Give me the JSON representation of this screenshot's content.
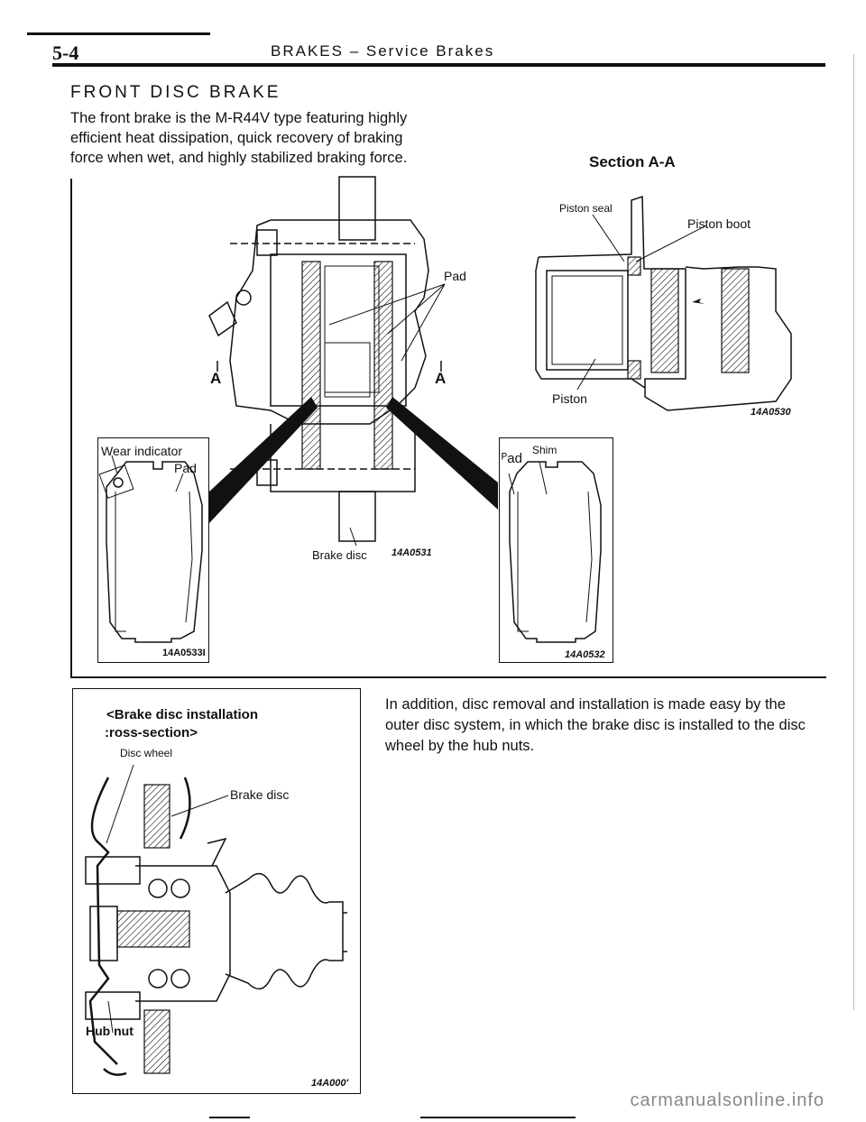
{
  "header": {
    "page_number": "5-4",
    "title": "BRAKES – Service Brakes"
  },
  "front_disc_brake": {
    "heading": "FRONT DISC BRAKE",
    "intro_lines": [
      "The front brake is the M-R44V type featuring highly",
      "efficient heat dissipation, quick recovery of braking",
      "force when wet, and highly stabilized braking force."
    ]
  },
  "caliper_figure": {
    "section_label": "Section A-A",
    "labels": {
      "pad": "Pad",
      "section_marker_left": "A",
      "section_marker_right": "A",
      "brake_disc": "Brake disc",
      "figure_code": "14A0531"
    }
  },
  "section_figure": {
    "labels": {
      "piston_seal": "Piston seal",
      "piston_boot": "Piston boot",
      "piston": "Piston",
      "figure_code": "14A0530"
    }
  },
  "pad_left_figure": {
    "labels": {
      "wear_indicator": "Wear indicator",
      "pad": "Pad",
      "figure_code": "14A0533I"
    }
  },
  "pad_right_figure": {
    "labels": {
      "pad": "ᴾad",
      "shim": "Shim",
      "figure_code": "14A0532"
    }
  },
  "cross_section_figure": {
    "title_line1": "<Brake disc installation",
    "title_line2": ":ross-section>",
    "labels": {
      "disc_wheel": "Disc wheel",
      "brake_disc": "Brake disc",
      "hub_nut": "Hub nut",
      "figure_code": "14A000'"
    }
  },
  "body_text": "In addition, disc removal and installation is made easy by the outer disc system, in which the brake disc is installed to the disc wheel by the hub nuts.",
  "footer": {
    "watermark": "carmanualsonline.info"
  }
}
